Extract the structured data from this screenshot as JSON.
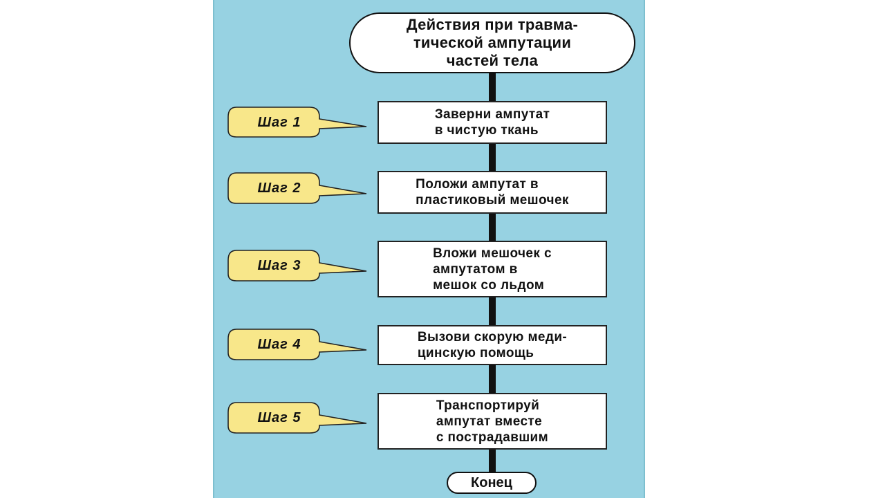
{
  "title": "Действия при травма-\nтической ампутации\nчастей тела",
  "steps": [
    {
      "label": "Шаг 1",
      "text": "Заверни ампутат\nв чистую ткань"
    },
    {
      "label": "Шаг 2",
      "text": "Положи ампутат в\nпластиковый мешочек"
    },
    {
      "label": "Шаг 3",
      "text": "Вложи мешочек с\nампутатом в\nмешок со льдом"
    },
    {
      "label": "Шаг 4",
      "text": "Вызови скорую меди-\nцинскую помощь"
    },
    {
      "label": "Шаг 5",
      "text": "Транспортируй\nампутат вместе\nс пострадавшим"
    }
  ],
  "end": "Конец",
  "colors": {
    "panel": "#97d2e2",
    "callout": "#f8e78a",
    "box": "#ffffff",
    "line": "#111111"
  }
}
